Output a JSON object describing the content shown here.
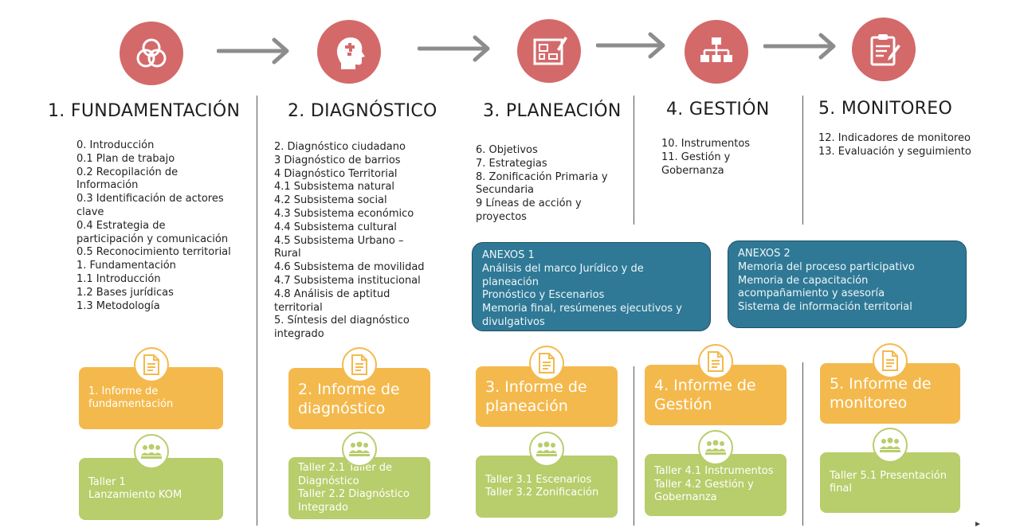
{
  "phases": [
    {
      "title": "1. FUNDAMENTACIÓN",
      "icon": "venn-circles-icon",
      "items": [
        "0. Introducción",
        "0.1 Plan de trabajo",
        "0.2 Recopilación de",
        "Información",
        "0.3 Identificación de actores",
        "clave",
        "0.4 Estrategia de",
        "participación y comunicación",
        "0.5 Reconocimiento territorial",
        "1. Fundamentación",
        "1.1 Introducción",
        "1.2 Bases jurídicas",
        "1.3 Metodología"
      ],
      "report": "1. Informe de fundamentación",
      "workshop": [
        "Taller 1",
        "Lanzamiento KOM"
      ]
    },
    {
      "title": "2. DIAGNÓSTICO",
      "icon": "head-puzzle-icon",
      "items": [
        "2. Diagnóstico ciudadano",
        "3 Diagnóstico de barrios",
        "4 Diagnóstico Territorial",
        "4.1 Subsistema natural",
        "4.2 Subsistema social",
        "4.3 Subsistema económico",
        "4.4 Subsistema cultural",
        "4.5 Subsistema Urbano –",
        "Rural",
        "4.6 Subsistema de movilidad",
        "4.7 Subsistema institucional",
        "4.8 Análisis de aptitud",
        "territorial",
        "5. Síntesis del diagnóstico",
        "integrado"
      ],
      "report": "2. Informe de diagnóstico",
      "workshop": [
        "Taller 2.1 Taller de",
        "Diagnóstico",
        "Taller 2.2 Diagnóstico",
        "Integrado"
      ]
    },
    {
      "title": "3. PLANEACIÓN",
      "icon": "blueprint-pencil-icon",
      "items": [
        "6. Objetivos",
        "7. Estrategias",
        "8. Zonificación Primaria y",
        "Secundaria",
        "9 Líneas de acción y",
        "proyectos"
      ],
      "report": "3. Informe de planeación",
      "workshop": [
        "Taller 3.1 Escenarios",
        "Taller 3.2 Zonificación"
      ]
    },
    {
      "title": "4. GESTIÓN",
      "icon": "org-chart-icon",
      "items": [
        "10. Instrumentos",
        "11. Gestión y",
        "Gobernanza"
      ],
      "report": "4. Informe de Gestión",
      "workshop": [
        "Taller 4.1 Instrumentos",
        "Taller 4.2 Gestión y",
        "Gobernanza"
      ]
    },
    {
      "title": "5. MONITOREO",
      "icon": "clipboard-pencil-icon",
      "items": [
        "12. Indicadores de monitoreo",
        "13. Evaluación y seguimiento"
      ],
      "report": "5. Informe de monitoreo",
      "workshop": [
        "Taller 5.1 Presentación",
        "final"
      ]
    }
  ],
  "annexes": [
    {
      "title": "ANEXOS 1",
      "items": [
        "Análisis del marco Jurídico y de",
        "planeación",
        "Pronóstico y Escenarios",
        "Memoria final, resúmenes ejecutivos y",
        "divulgativos"
      ]
    },
    {
      "title": "ANEXOS 2",
      "items": [
        "Memoria del proceso participativo",
        "Memoria de capacitación",
        "acompañamiento y asesoría",
        "Sistema de información territorial"
      ]
    }
  ],
  "colors": {
    "circle": "#d4696a",
    "report": "#f4b94c",
    "workshop": "#b8cd6b",
    "annex": "#2f7996",
    "arrow": "#8c8c8c"
  }
}
